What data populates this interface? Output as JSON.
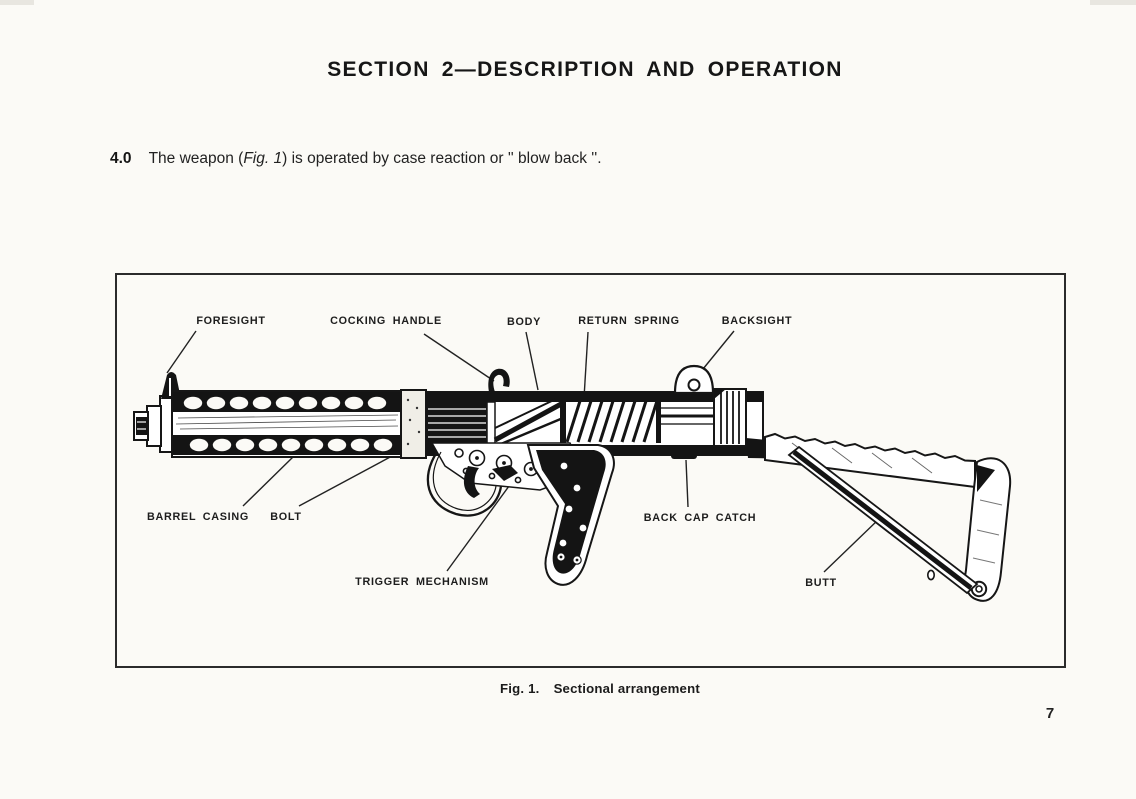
{
  "page": {
    "title": "SECTION 2—DESCRIPTION AND OPERATION",
    "page_number": "7"
  },
  "paragraph": {
    "number": "4.0",
    "text_before_fig": "The weapon (",
    "fig_ref": "Fig. 1",
    "text_after_fig": ") is operated by case reaction or '' blow back ''."
  },
  "figure": {
    "caption_prefix": "Fig. 1.",
    "caption_text": "Sectional arrangement",
    "labels": {
      "foresight": "FORESIGHT",
      "cocking_handle": "COCKING HANDLE",
      "body": "BODY",
      "return_spring": "RETURN SPRING",
      "backsight": "BACKSIGHT",
      "barrel_casing": "BARREL CASING",
      "bolt": "BOLT",
      "trigger_mechanism": "TRIGGER MECHANISM",
      "back_cap_catch": "BACK CAP CATCH",
      "butt": "BUTT"
    }
  },
  "colors": {
    "ink": "#1c1c1c",
    "paper": "#fbfaf6"
  }
}
